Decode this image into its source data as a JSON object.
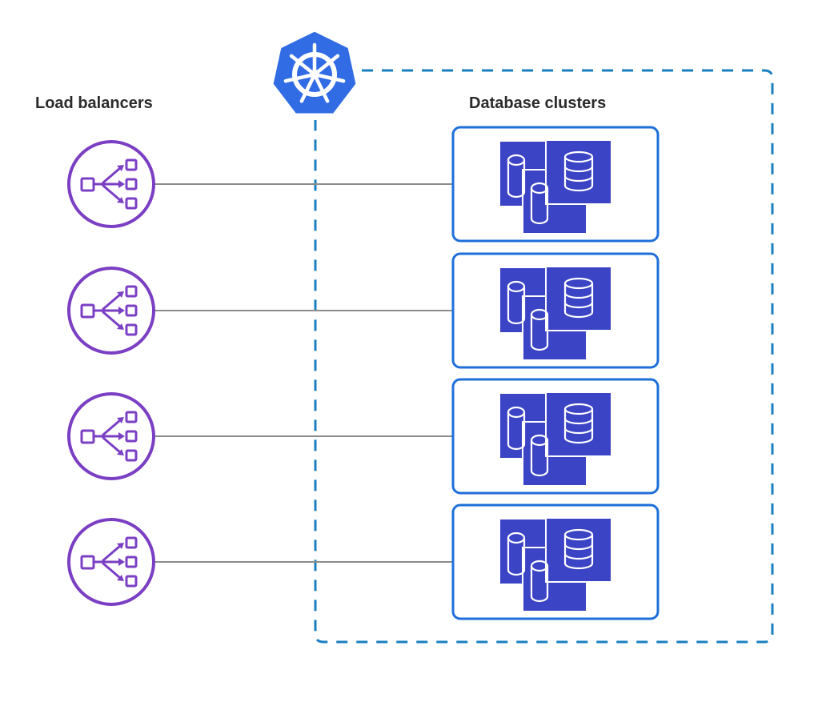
{
  "diagram": {
    "left_heading": "Load balancers",
    "right_heading": "Database clusters",
    "colors": {
      "boundary": "#1a7fc0",
      "kubernetes_logo": "#326ce5",
      "cluster_border": "#1e6fd9",
      "load_balancer": "#7b3fc4",
      "database_card": "#3c44c6",
      "connector": "#8c8c8c"
    },
    "icons": {
      "platform": "kubernetes-helm-wheel-icon",
      "load_balancer": "load-balancer-icon",
      "database": "database-stack-icon"
    },
    "rows": [
      {
        "load_balancer": "load-balancer-1",
        "cluster": "database-cluster-1"
      },
      {
        "load_balancer": "load-balancer-2",
        "cluster": "database-cluster-2"
      },
      {
        "load_balancer": "load-balancer-3",
        "cluster": "database-cluster-3"
      },
      {
        "load_balancer": "load-balancer-4",
        "cluster": "database-cluster-4"
      }
    ]
  }
}
